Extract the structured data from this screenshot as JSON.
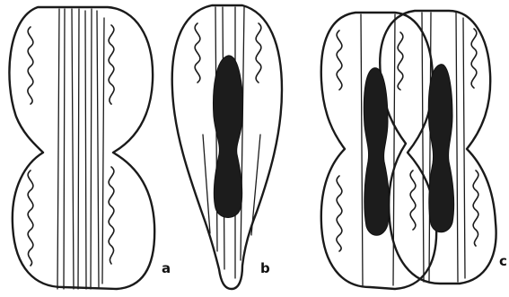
{
  "panels": [
    {
      "id": "a",
      "label": "a"
    },
    {
      "id": "b",
      "label": "b"
    },
    {
      "id": "c",
      "label": "c"
    }
  ],
  "colors": {
    "ink": "#1a1a1a",
    "stain": "#1c1c1c",
    "background": "#ffffff"
  }
}
